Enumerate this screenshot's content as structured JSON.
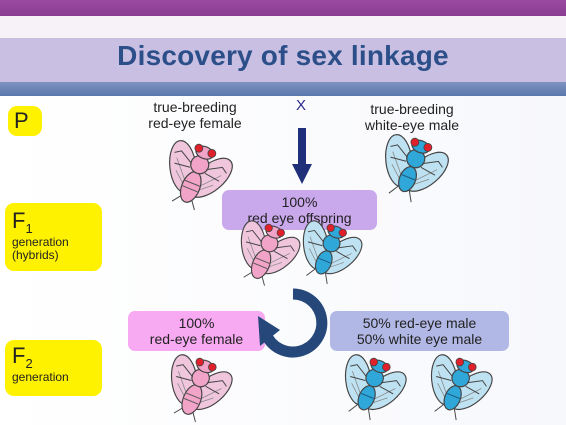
{
  "title": "Discovery of sex linkage",
  "generations": {
    "p": "P",
    "f1_letter": "F",
    "f1_sub": "1",
    "f1_line1": "generation",
    "f1_line2": "(hybrids)",
    "f2_letter": "F",
    "f2_sub": "2",
    "f2_line1": "generation"
  },
  "parents": {
    "female_line1": "true-breeding",
    "female_line2": "red-eye female",
    "cross_symbol": "X",
    "male_line1": "true-breeding",
    "male_line2": "white-eye male"
  },
  "f1_box": {
    "line1": "100%",
    "line2": "red eye offspring"
  },
  "f2_female_box": {
    "line1": "100%",
    "line2": "red-eye female"
  },
  "f2_male_box": {
    "line1": "50% red-eye male",
    "line2": "50% white eye male"
  },
  "colors": {
    "title": "#2c4f8a",
    "female_fly_body": "#f2a3c8",
    "male_fly_body": "#2fa7d9",
    "fly_eye": "#e0202a",
    "arrow": "#1f2f7a",
    "cycle_arrow": "#26477a",
    "generation_badge": "#fff200"
  },
  "icons": [
    "female-fly-icon",
    "male-fly-icon",
    "down-arrow-icon",
    "cycle-arrow-icon"
  ]
}
